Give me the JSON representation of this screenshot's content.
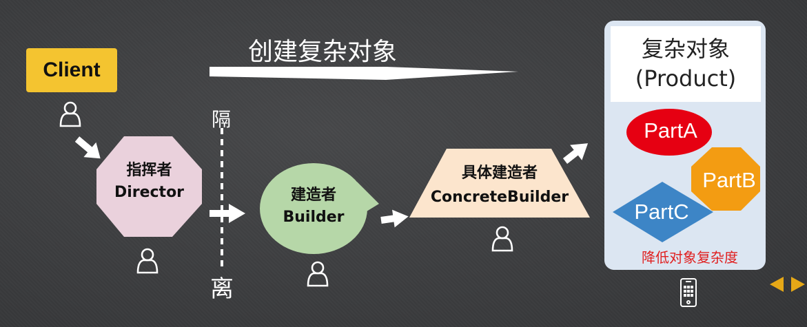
{
  "title": "创建复杂对象",
  "client": {
    "label": "Client"
  },
  "director": {
    "line1": "指挥者",
    "line2": "Director"
  },
  "separator": {
    "top": "隔",
    "bottom": "离"
  },
  "builder": {
    "line1": "建造者",
    "line2": "Builder"
  },
  "concrete_builder": {
    "line1": "具体建造者",
    "line2": "ConcreteBuilder"
  },
  "product": {
    "title_line1": "复杂对象",
    "title_line2": "(Product)",
    "parts": [
      "PartA",
      "PartB",
      "PartC"
    ],
    "note": "降低对象复杂度"
  },
  "colors": {
    "client": "#f4c430",
    "director": "#ead1dc",
    "builder": "#b6d7a8",
    "concrete_builder": "#fce5cd",
    "panel": "#dce6f2",
    "partA": "#e60012",
    "partB": "#f39c12",
    "partC": "#3d85c6",
    "note": "#e02020"
  },
  "icons": [
    "user-icon",
    "arrow-icon",
    "phone-icon",
    "prev-slide-icon",
    "next-slide-icon"
  ]
}
